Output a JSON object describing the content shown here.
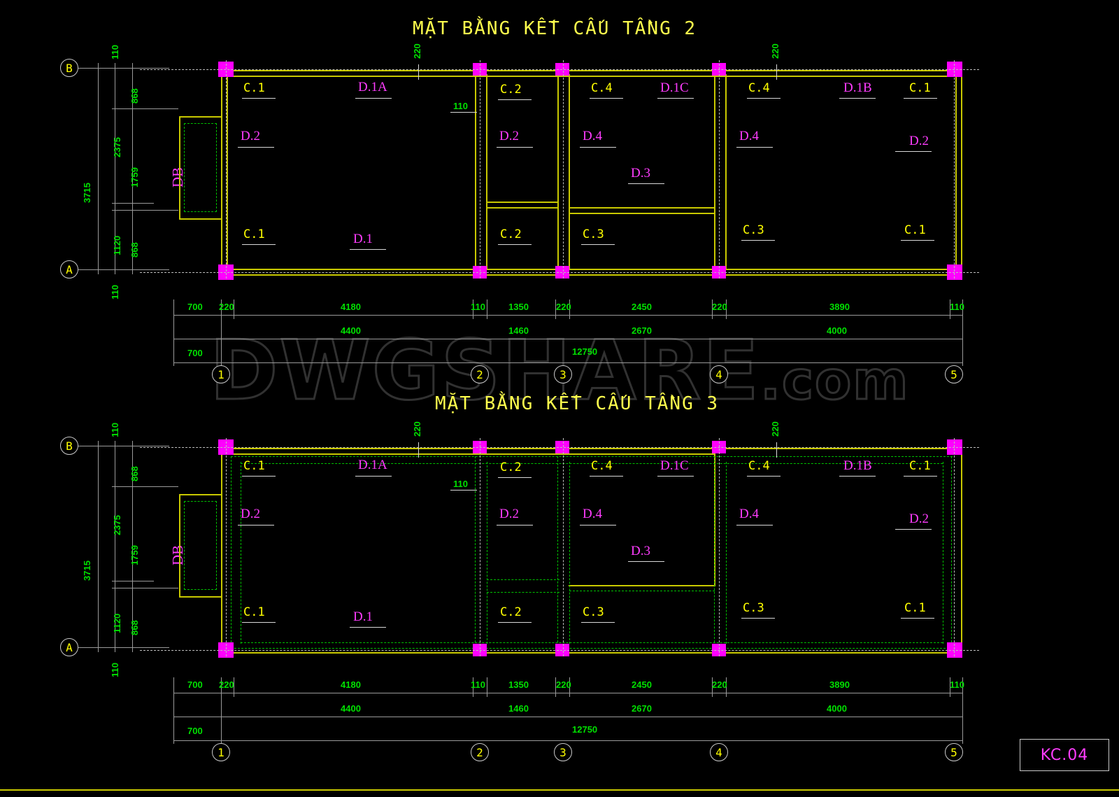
{
  "sheet": {
    "drawing_number": "KC.04",
    "watermark": "DWGSHARE",
    "watermark_suffix": ".com"
  },
  "plans": [
    {
      "id": "plan-floor-2",
      "title": "MẶT BẰNG KẾT CẤU TẦNG 2",
      "beam_style": "solid-yellow",
      "grid_labels_vertical": [
        "B",
        "A"
      ],
      "grid_labels_horizontal": [
        "1",
        "2",
        "3",
        "4",
        "5"
      ],
      "vertical_dimensions": {
        "top_offset": "110",
        "bottom_offset": "110",
        "overall": "3715",
        "chain_outer": [
          "2375",
          "1120"
        ],
        "chain_inner": [
          "868",
          "1759",
          "868"
        ]
      },
      "horizontal_dimensions": {
        "row1": [
          "700",
          "220",
          "4180",
          "110",
          "1350",
          "220",
          "2450",
          "220",
          "3890",
          "110"
        ],
        "row2": [
          "4400",
          "1460",
          "2670",
          "4000"
        ],
        "row3_left": "700",
        "overall": "12750"
      },
      "inline_dimensions": {
        "top_beam_left": "220",
        "top_beam_right": "220",
        "interior_110": "110"
      },
      "slab_label": "DB",
      "column_labels": [
        "C.1",
        "C.1",
        "C.2",
        "C.2",
        "C.4",
        "C.3",
        "C.4",
        "C.3",
        "C.1",
        "C.1"
      ],
      "beam_labels": [
        "D.1A",
        "D.1C",
        "D.1B",
        "D.2",
        "D.2",
        "D.2",
        "D.4",
        "D.4",
        "D.3",
        "D.1"
      ]
    },
    {
      "id": "plan-floor-3",
      "title": "MẶT BẰNG KẾT CẤU TẦNG 3",
      "beam_style": "dashed-green",
      "grid_labels_vertical": [
        "B",
        "A"
      ],
      "grid_labels_horizontal": [
        "1",
        "2",
        "3",
        "4",
        "5"
      ],
      "vertical_dimensions": {
        "top_offset": "110",
        "bottom_offset": "110",
        "overall": "3715",
        "chain_outer": [
          "2375",
          "1120"
        ],
        "chain_inner": [
          "868",
          "1759",
          "868"
        ]
      },
      "horizontal_dimensions": {
        "row1": [
          "700",
          "220",
          "4180",
          "110",
          "1350",
          "220",
          "2450",
          "220",
          "3890",
          "110"
        ],
        "row2": [
          "4400",
          "1460",
          "2670",
          "4000"
        ],
        "row3_left": "700",
        "overall": "12750"
      },
      "inline_dimensions": {
        "top_beam_left": "220",
        "top_beam_right": "220",
        "interior_110": "110"
      },
      "slab_label": "DB",
      "column_labels": [
        "C.1",
        "C.1",
        "C.2",
        "C.2",
        "C.4",
        "C.3",
        "C.4",
        "C.3",
        "C.1",
        "C.1"
      ],
      "beam_labels": [
        "D.1A",
        "D.1C",
        "D.1B",
        "D.2",
        "D.2",
        "D.2",
        "D.4",
        "D.4",
        "D.3",
        "D.1"
      ]
    }
  ],
  "colors": {
    "background": "#000000",
    "beam_yellow": "#c8c800",
    "column_magenta": "#ff00ff",
    "dimension_green": "#00e000",
    "label_yellow": "#ffff00",
    "label_magenta": "#ff3cff",
    "line_white": "#d8d8d8"
  }
}
